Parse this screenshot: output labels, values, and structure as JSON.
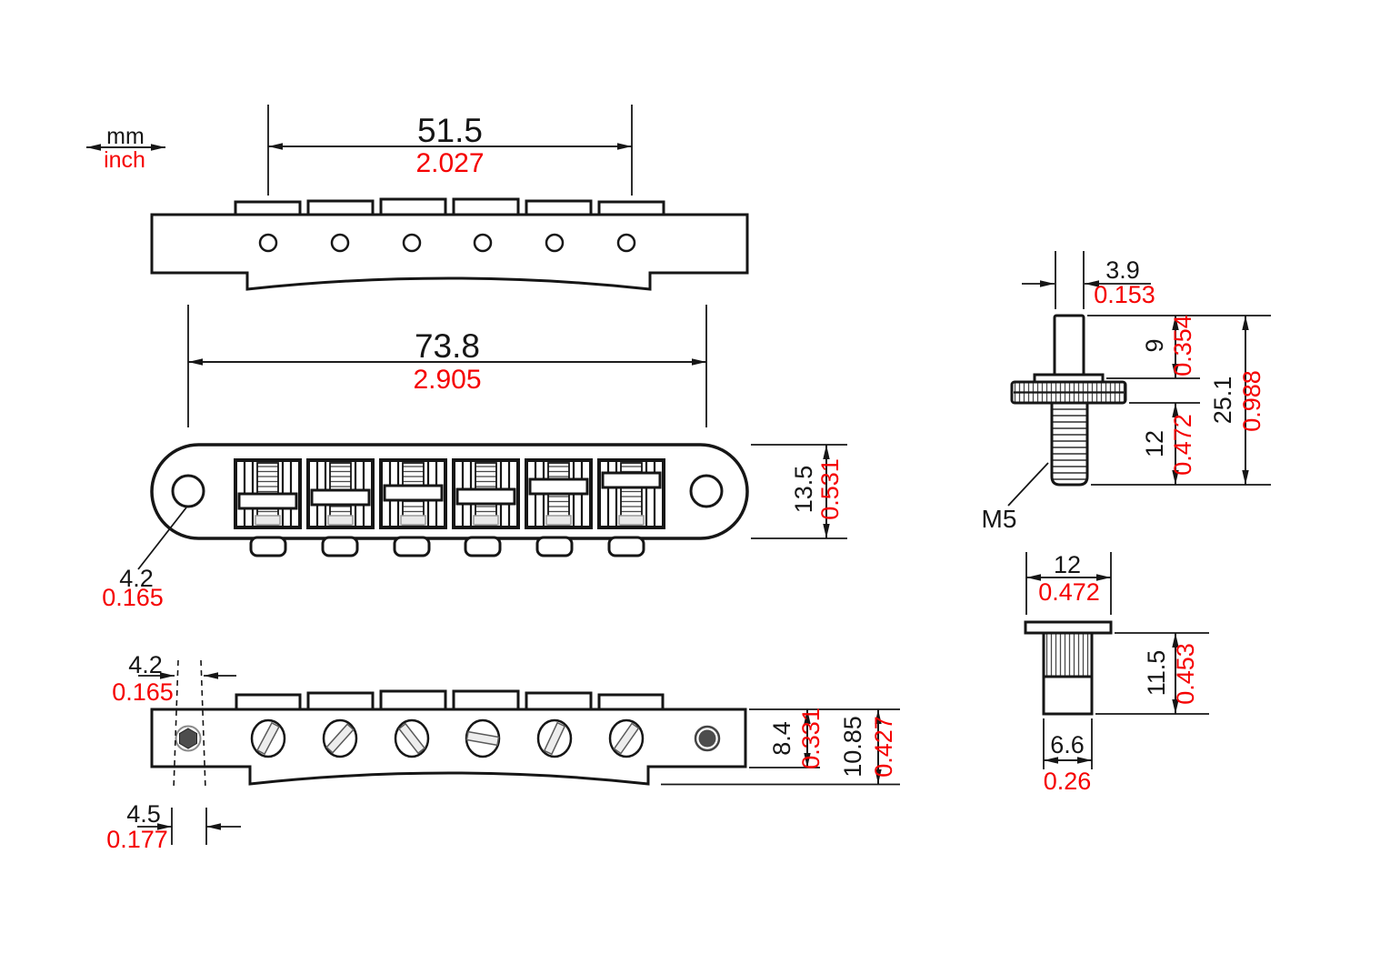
{
  "colors": {
    "line": "#161616",
    "red": "#f50000",
    "metal_dark": "#4d4d4d",
    "metal_light": "#ededed"
  },
  "legend": {
    "mm": "mm",
    "inch": "inch"
  },
  "dims": {
    "saddle_spread": {
      "mm": "51.5",
      "inch": "2.027"
    },
    "post_spacing": {
      "mm": "73.8",
      "inch": "2.905"
    },
    "body_width": {
      "mm": "13.5",
      "inch": "0.531"
    },
    "plan_hole": {
      "mm": "4.2",
      "inch": "0.165"
    },
    "front_hole": {
      "mm": "4.2",
      "inch": "0.165"
    },
    "front_counterbore": {
      "mm": "4.5",
      "inch": "0.177"
    },
    "body_height": {
      "mm": "8.4",
      "inch": "0.331"
    },
    "overall_height": {
      "mm": "10.85",
      "inch": "0.427"
    },
    "post_dia": {
      "mm": "3.9",
      "inch": "0.153"
    },
    "post_top_len": {
      "mm": "9",
      "inch": "0.354"
    },
    "post_thread_len": {
      "mm": "12",
      "inch": "0.472"
    },
    "post_overall": {
      "mm": "25.1",
      "inch": "0.988"
    },
    "thread_spec": "M5",
    "bushing_flange": {
      "mm": "12",
      "inch": "0.472"
    },
    "bushing_len": {
      "mm": "11.5",
      "inch": "0.453"
    },
    "bushing_dia": {
      "mm": "6.6",
      "inch": "0.26"
    }
  }
}
